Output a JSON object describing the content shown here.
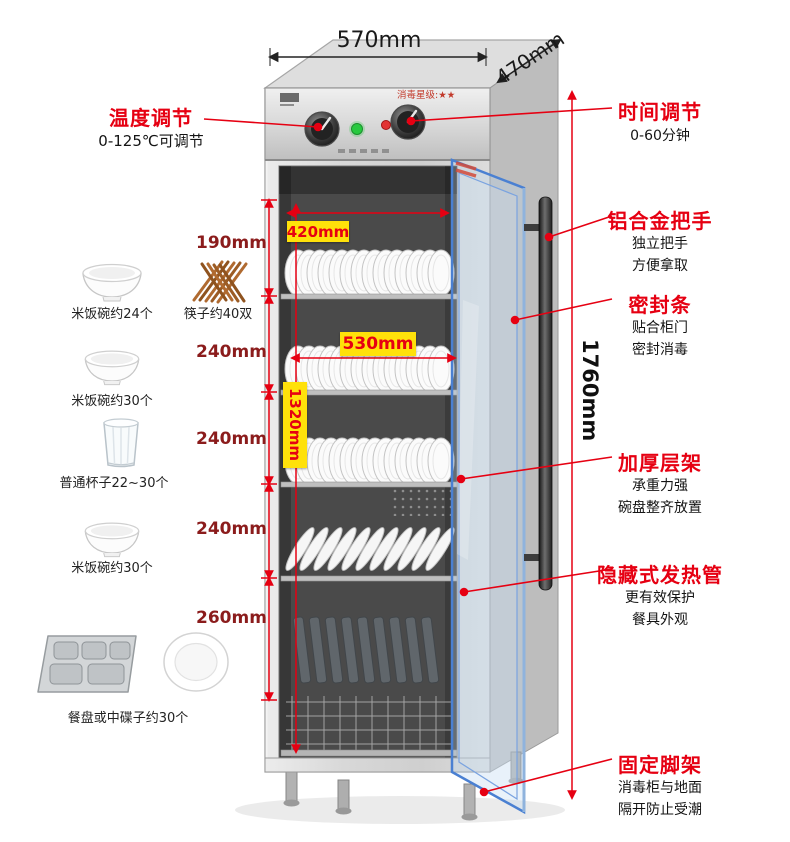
{
  "dimensions": {
    "width": "570mm",
    "depth": "470mm",
    "height": "1760mm",
    "inner_top_width": "420mm",
    "inner_shelf_width": "530mm",
    "inner_height": "1320mm",
    "shelf_heights": [
      "190mm",
      "240mm",
      "240mm",
      "240mm",
      "260mm"
    ]
  },
  "panel": {
    "sterilization_label": "消毒星级:★★"
  },
  "annotations": {
    "temperature": {
      "title": "温度调节",
      "desc": "0-125℃可调节"
    },
    "time": {
      "title": "时间调节",
      "desc": "0-60分钟"
    },
    "handle": {
      "title": "铝合金把手",
      "line1": "独立把手",
      "line2": "方便拿取"
    },
    "seal": {
      "title": "密封条",
      "line1": "贴合柜门",
      "line2": "密封消毒"
    },
    "shelf": {
      "title": "加厚层架",
      "line1": "承重力强",
      "line2": "碗盘整齐放置"
    },
    "heater": {
      "title": "隐藏式发热管",
      "line1": "更有效保护",
      "line2": "餐具外观"
    },
    "feet": {
      "title": "固定脚架",
      "line1": "消毒柜与地面",
      "line2": "隔开防止受潮"
    }
  },
  "capacities": {
    "bowls24": "米饭碗约24个",
    "chopsticks": "筷子约40双",
    "bowls30a": "米饭碗约30个",
    "cups": "普通杯子22~30个",
    "bowls30b": "米饭碗约30个",
    "plates30": "餐盘或中碟子约30个"
  },
  "colors": {
    "accent_red": "#e60012",
    "dim_dark_red": "#8b1c1c",
    "highlight_yellow": "#ffe10a",
    "door_frame_blue": "#4a80d2"
  }
}
